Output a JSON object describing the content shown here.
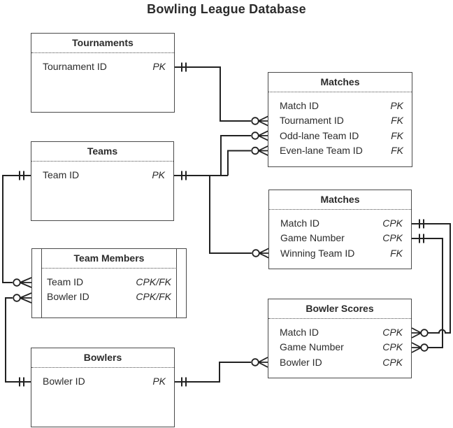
{
  "title": "Bowling League Database",
  "colors": {
    "background": "#ffffff",
    "box_border": "#4a4a4a",
    "relationship_line": "#222222",
    "text": "#2b2b2b"
  },
  "entities": [
    {
      "id": "tournaments",
      "title": "Tournaments",
      "rows": [
        {
          "name": "Tournament ID",
          "key": "PK"
        }
      ]
    },
    {
      "id": "matches",
      "title": "Matches",
      "rows": [
        {
          "name": "Match ID",
          "key": "PK"
        },
        {
          "name": "Tournament ID",
          "key": "FK"
        },
        {
          "name": "Odd-lane Team ID",
          "key": "FK"
        },
        {
          "name": "Even-lane Team ID",
          "key": "FK"
        }
      ]
    },
    {
      "id": "teams",
      "title": "Teams",
      "rows": [
        {
          "name": "Team ID",
          "key": "PK"
        }
      ]
    },
    {
      "id": "match-games",
      "title": "Matches",
      "rows": [
        {
          "name": "Match ID",
          "key": "CPK"
        },
        {
          "name": "Game Number",
          "key": "CPK"
        },
        {
          "name": "Winning Team ID",
          "key": "FK"
        }
      ]
    },
    {
      "id": "team-members",
      "title": "Team Members",
      "rows": [
        {
          "name": "Team ID",
          "key": "CPK/FK"
        },
        {
          "name": "Bowler ID",
          "key": "CPK/FK"
        }
      ]
    },
    {
      "id": "bowlers",
      "title": "Bowlers",
      "rows": [
        {
          "name": "Bowler ID",
          "key": "PK"
        }
      ]
    },
    {
      "id": "bowler-scores",
      "title": "Bowler Scores",
      "rows": [
        {
          "name": "Match ID",
          "key": "CPK"
        },
        {
          "name": "Game Number",
          "key": "CPK"
        },
        {
          "name": "Bowler ID",
          "key": "CPK"
        }
      ]
    }
  ],
  "relationships": [
    {
      "from": "Tournaments.Tournament ID",
      "to": "Matches.Tournament ID",
      "from_end": "one",
      "to_end": "zero-or-many"
    },
    {
      "from": "Teams.Team ID",
      "to": "Matches.Odd-lane Team ID",
      "from_end": "one",
      "to_end": "zero-or-many"
    },
    {
      "from": "Teams.Team ID",
      "to": "Matches.Even-lane Team ID",
      "from_end": "one",
      "to_end": "zero-or-many"
    },
    {
      "from": "Teams.Team ID",
      "to": "Matches.Winning Team ID",
      "from_end": "one",
      "to_end": "zero-or-many"
    },
    {
      "from": "Teams.Team ID",
      "to": "Team Members.Team ID",
      "from_end": "one",
      "to_end": "zero-or-many"
    },
    {
      "from": "Bowlers.Bowler ID",
      "to": "Team Members.Bowler ID",
      "from_end": "one",
      "to_end": "zero-or-many"
    },
    {
      "from": "Bowlers.Bowler ID",
      "to": "Bowler Scores.Bowler ID",
      "from_end": "one",
      "to_end": "zero-or-many"
    },
    {
      "from": "Matches.Match ID",
      "to": "Bowler Scores.Match ID",
      "from_end": "one",
      "to_end": "zero-or-many"
    },
    {
      "from": "Matches.Game Number",
      "to": "Bowler Scores.Game Number",
      "from_end": "one",
      "to_end": "zero-or-many"
    }
  ]
}
